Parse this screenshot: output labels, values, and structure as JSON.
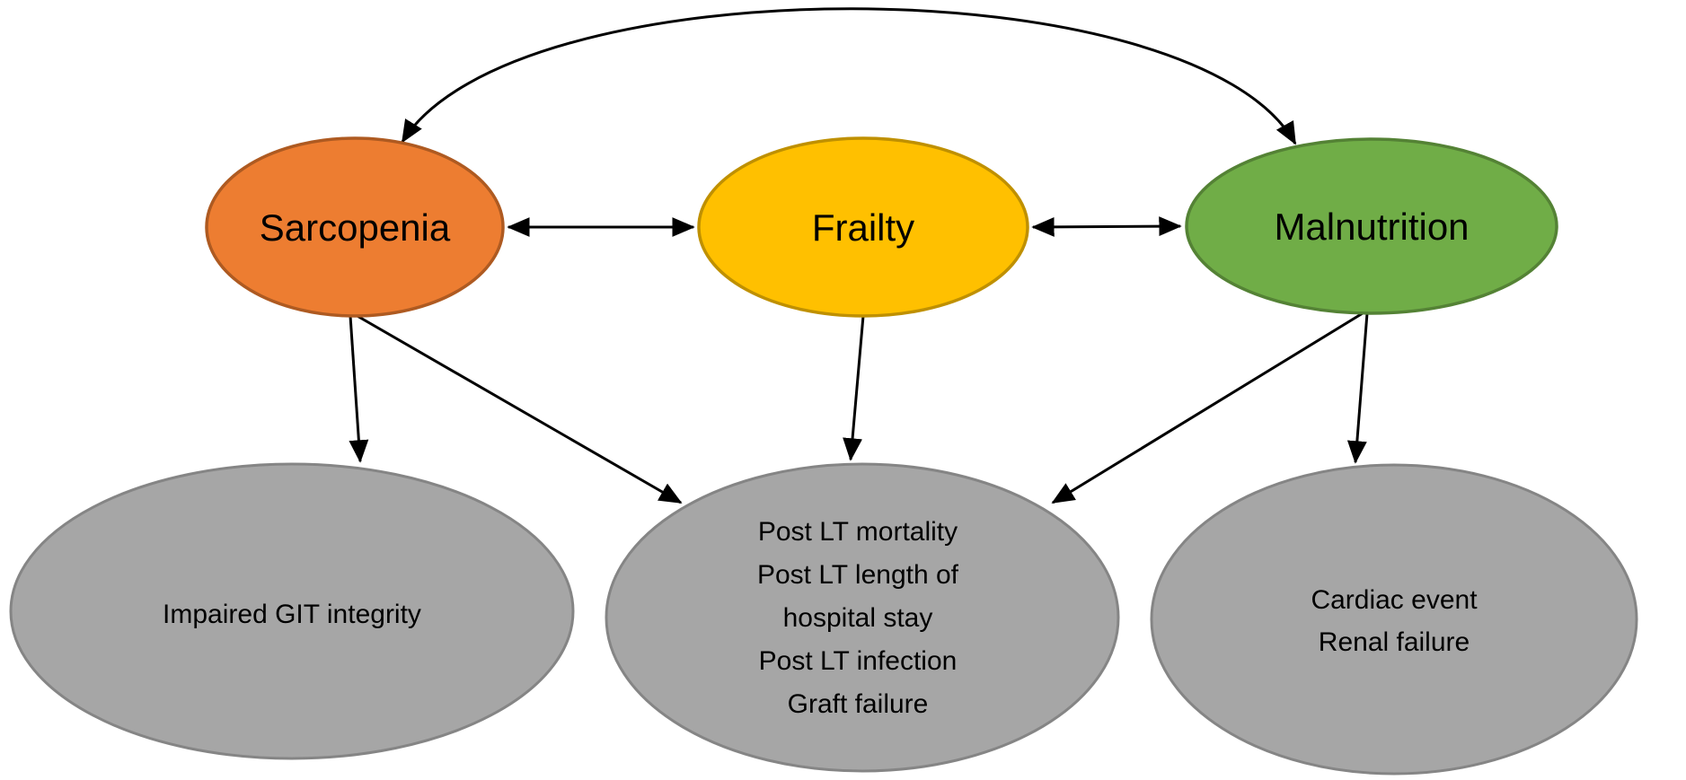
{
  "diagram": {
    "description": "Concept diagram linking sarcopenia, frailty and malnutrition to outcomes",
    "arrow_color": "#000000",
    "background_color": "#ffffff",
    "nodes": {
      "sarcopenia": {
        "label": "Sarcopenia",
        "fill": "#ED7D31",
        "stroke": "#AE5A21"
      },
      "frailty": {
        "label": "Frailty",
        "fill": "#FFC000",
        "stroke": "#BF9000"
      },
      "malnutrition": {
        "label": "Malnutrition",
        "fill": "#70AD47",
        "stroke": "#548235"
      },
      "outcome_git": {
        "lines": [
          "Impaired GIT integrity"
        ],
        "fill": "#A6A6A6",
        "stroke": "#858585"
      },
      "outcome_post_lt": {
        "lines": [
          "Post LT mortality",
          "Post LT length of",
          "hospital stay",
          "Post LT infection",
          "Graft failure"
        ],
        "fill": "#A6A6A6",
        "stroke": "#858585"
      },
      "outcome_cardiac_renal": {
        "lines": [
          "Cardiac event",
          "Renal failure"
        ],
        "fill": "#A6A6A6",
        "stroke": "#858585"
      }
    },
    "edges": [
      {
        "from": "sarcopenia",
        "to": "malnutrition",
        "bidirectional": true,
        "style": "curved-arc"
      },
      {
        "from": "sarcopenia",
        "to": "frailty",
        "bidirectional": true,
        "style": "straight"
      },
      {
        "from": "frailty",
        "to": "malnutrition",
        "bidirectional": true,
        "style": "straight"
      },
      {
        "from": "sarcopenia",
        "to": "outcome_git",
        "bidirectional": false,
        "style": "straight"
      },
      {
        "from": "sarcopenia",
        "to": "outcome_post_lt",
        "bidirectional": false,
        "style": "straight"
      },
      {
        "from": "frailty",
        "to": "outcome_post_lt",
        "bidirectional": false,
        "style": "straight"
      },
      {
        "from": "malnutrition",
        "to": "outcome_post_lt",
        "bidirectional": false,
        "style": "straight"
      },
      {
        "from": "malnutrition",
        "to": "outcome_cardiac_renal",
        "bidirectional": false,
        "style": "straight"
      }
    ]
  }
}
